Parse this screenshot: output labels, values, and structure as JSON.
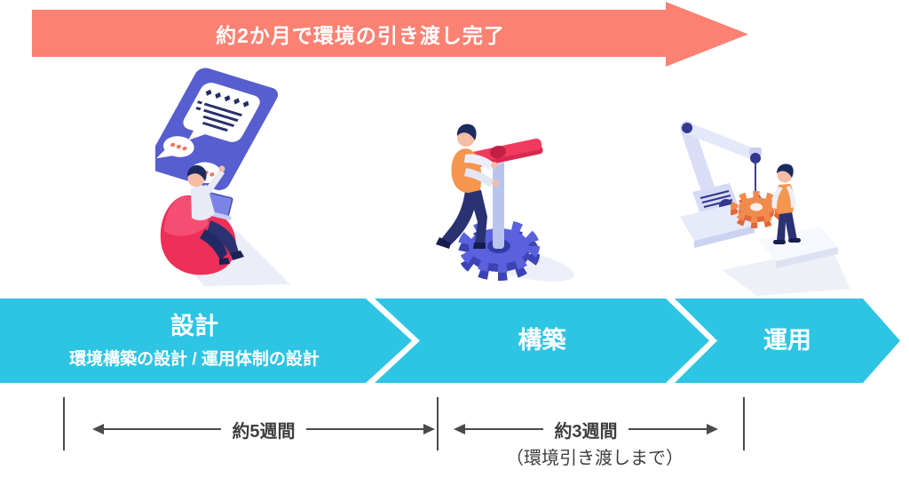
{
  "colors": {
    "top_arrow": "#FB8173",
    "phase_band": "#2EC4E4",
    "timeline": "#4A4A4A",
    "beanbag_red": "#EE2F58",
    "gear_indigo": "#5A61DD",
    "gear_orange": "#F18A4D",
    "vest_orange": "#F5954E"
  },
  "top_arrow": {
    "label": "約2か月で環境の引き渡し完了"
  },
  "phases": [
    {
      "title": "設計",
      "subtitle": "環境構築の設計 / 運用体制の設計"
    },
    {
      "title": "構築",
      "subtitle": ""
    },
    {
      "title": "運用",
      "subtitle": ""
    }
  ],
  "illustrations": [
    {
      "name": "design-review-illustration",
      "depicts": "person on beanbag with laptop reviewing rating board"
    },
    {
      "name": "gear-assembly-illustration",
      "depicts": "worker turning red valve on large gear"
    },
    {
      "name": "crane-operation-illustration",
      "depicts": "crane lifting gear beside worker on platform"
    }
  ],
  "timeline": {
    "span1": {
      "label": "約5週間"
    },
    "span2": {
      "label": "約3週間",
      "note": "（環境引き渡しまで）"
    }
  }
}
